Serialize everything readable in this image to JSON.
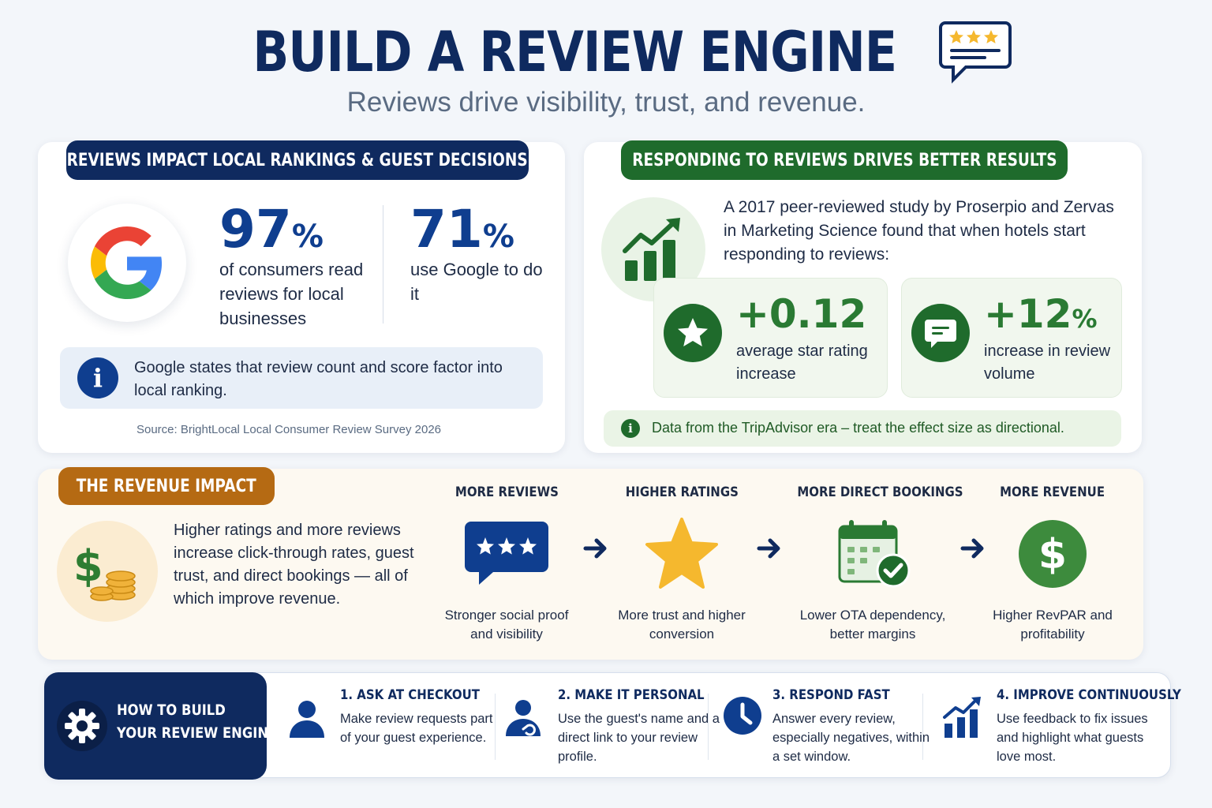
{
  "header": {
    "title": "BUILD A REVIEW ENGINE",
    "subtitle": "Reviews drive visibility, trust, and revenue.",
    "title_icon": "review-chat-stars-icon"
  },
  "colors": {
    "navy": "#0f2a5f",
    "green": "#1f6b2c",
    "amber": "#b56a13",
    "stat_blue": "#0f3e8f",
    "stat_green": "#2a7a33",
    "star_gold": "#f5b82e"
  },
  "rankings": {
    "pill": "REVIEWS IMPACT LOCAL RANKINGS & GUEST DECISIONS",
    "logo_icon": "google-g-icon",
    "stat1_value": "97",
    "stat1_unit": "%",
    "stat1_desc": "of consumers read reviews for local businesses",
    "stat2_value": "71",
    "stat2_unit": "%",
    "stat2_desc": "use Google to do it",
    "info": "Google states that review count and score factor into local ranking.",
    "source": "Source: BrightLocal Local Consumer Review Survey 2026"
  },
  "respond": {
    "pill": "RESPONDING TO REVIEWS DRIVES BETTER RESULTS",
    "study": "A 2017 peer-reviewed study by Proserpio and Zervas in Marketing Science found that when hotels start responding to reviews:",
    "rating_value": "+0.12",
    "rating_desc": "average star rating increase",
    "volume_value": "+12",
    "volume_unit": "%",
    "volume_desc": "increase in review volume",
    "note": "Data from the TripAdvisor era – treat the effect size as directional."
  },
  "revenue": {
    "pill": "THE REVENUE IMPACT",
    "text": "Higher ratings and more reviews increase click-through rates, guest trust, and direct bookings — all of which improve revenue.",
    "steps": [
      {
        "title": "MORE REVIEWS",
        "desc": "Stronger social proof and visibility",
        "icon": "review-bubble-stars-icon"
      },
      {
        "title": "HIGHER RATINGS",
        "desc": "More trust and higher conversion",
        "icon": "star-icon"
      },
      {
        "title": "MORE DIRECT BOOKINGS",
        "desc": "Lower OTA dependency, better margins",
        "icon": "calendar-check-icon"
      },
      {
        "title": "MORE REVENUE",
        "desc": "Higher RevPAR and profitability",
        "icon": "dollar-icon"
      }
    ]
  },
  "howto": {
    "title_line1": "HOW TO BUILD",
    "title_line2": "YOUR REVIEW ENGINE",
    "steps": [
      {
        "title": "1. ASK AT CHECKOUT",
        "desc": "Make review requests part of your guest experience.",
        "icon": "person-icon"
      },
      {
        "title": "2. MAKE IT PERSONAL",
        "desc": "Use the guest's name and a direct link to your review profile.",
        "icon": "person-link-icon"
      },
      {
        "title": "3. RESPOND FAST",
        "desc": "Answer every review, especially negatives, within a set window.",
        "icon": "clock-icon"
      },
      {
        "title": "4. IMPROVE CONTINUOUSLY",
        "desc": "Use feedback to fix issues and highlight what guests love most.",
        "icon": "growth-chart-icon"
      }
    ]
  }
}
